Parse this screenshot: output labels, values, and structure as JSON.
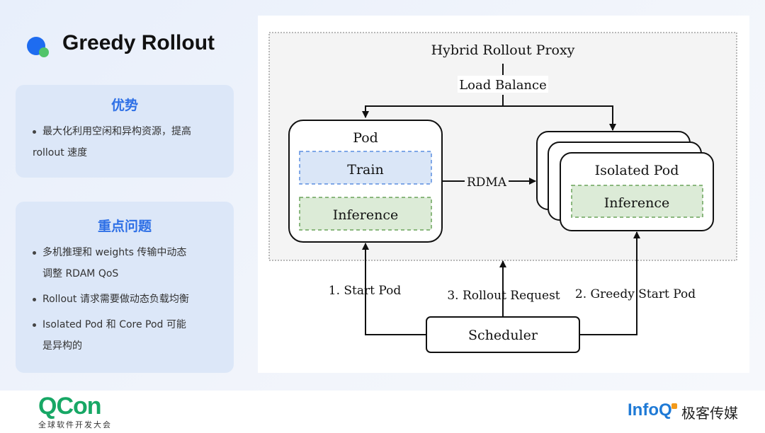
{
  "title": "Greedy Rollout",
  "advantages": {
    "heading": "优势",
    "items": [
      "最大化利用空闲和异构资源，提高",
      "rollout 速度"
    ]
  },
  "issues": {
    "heading": "重点问题",
    "items": [
      [
        "多机推理和 weights 传输中动态",
        "调整 RDAM QoS"
      ],
      [
        "Rollout 请求需要做动态负载均衡"
      ],
      [
        "Isolated Pod 和 Core Pod 可能",
        "是异构的"
      ]
    ]
  },
  "diagram": {
    "proxy_label": "Hybrid Rollout Proxy",
    "load_balance": "Load Balance",
    "pod_title": "Pod",
    "train": "Train",
    "inference": "Inference",
    "rdma": "RDMA",
    "isolated_pod_title": "Isolated Pod",
    "isolated_inference": "Inference",
    "start_pod": "1. Start Pod",
    "rollout_request": "3. Rollout Request",
    "greedy_start_pod": "2. Greedy Start Pod",
    "scheduler": "Scheduler"
  },
  "footer": {
    "qcon": "QCon",
    "qcon_sub": "全球软件开发大会",
    "infoq": "InfoQ",
    "geek": "极客传媒"
  },
  "colors": {
    "accent_blue": "#2d6fe6",
    "qcon_green": "#17a765",
    "infoq_blue": "#1f7ad6",
    "train_fill": "#dae6f7",
    "inference_fill": "#dcebd7"
  }
}
